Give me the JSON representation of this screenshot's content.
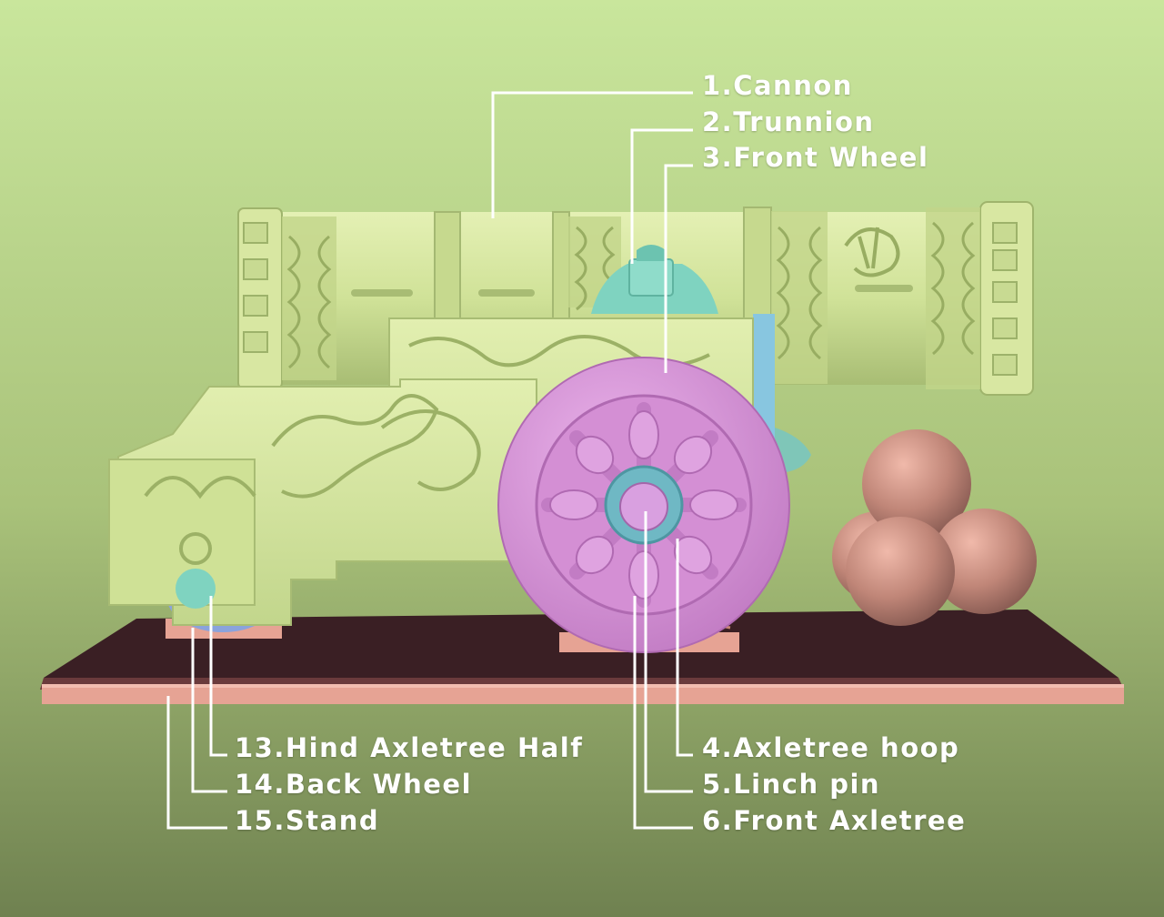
{
  "labels": {
    "cannon": "1.Cannon",
    "trunnion": "2.Trunnion",
    "front_wheel": "3.Front Wheel",
    "axletree_hoop": "4.Axletree hoop",
    "linch_pin": "5.Linch pin",
    "front_axletree": "6.Front Axletree",
    "hind_axletree_half": "13.Hind Axletree Half",
    "back_wheel": "14.Back Wheel",
    "stand": "15.Stand"
  },
  "colors": {
    "background_top": "#c9e69c",
    "background_bottom": "#6f8150",
    "cannon": "#d3e59c",
    "trunnion": "#7fd3c0",
    "front_wheel": "#d98fd8",
    "axletree_hoop": "#6fb8c4",
    "linch_pin": "#d9a0e0",
    "back_wheel": "#8aa3dc",
    "stand": "#e6a394",
    "stand_base": "#3a1f24",
    "cannonballs": "#c08678",
    "leader_lines": "#ffffff"
  }
}
